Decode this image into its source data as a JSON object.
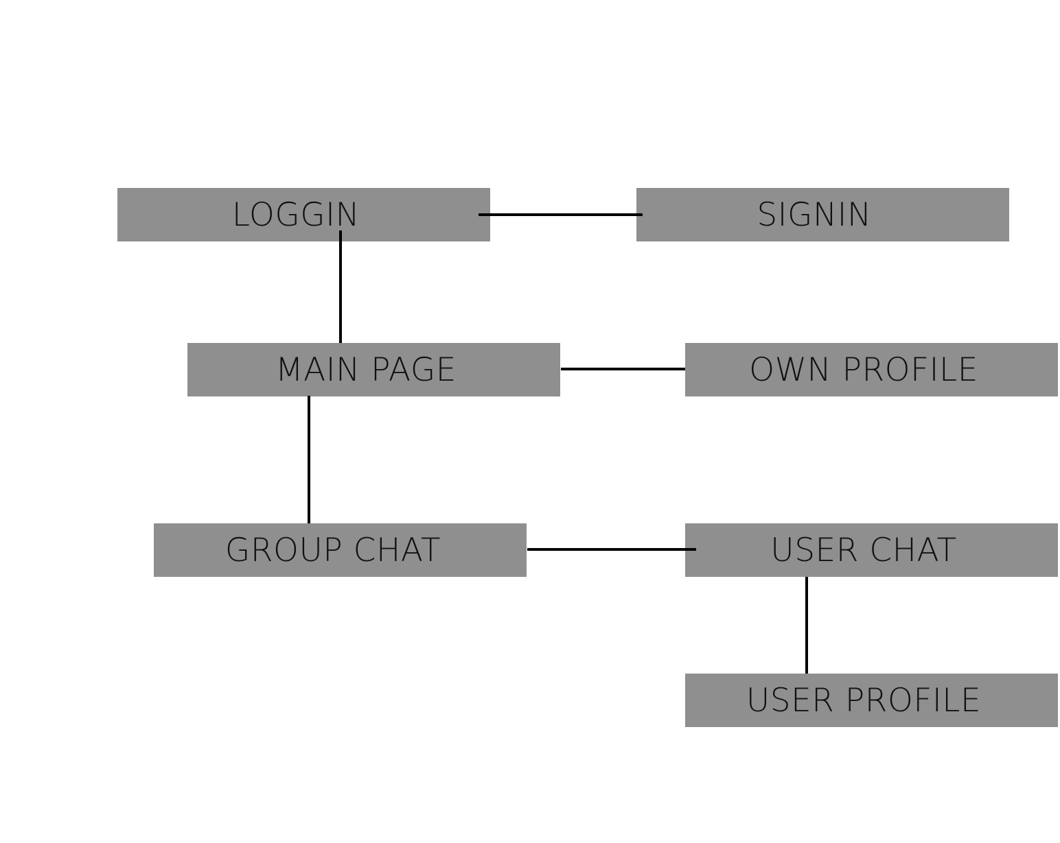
{
  "diagram": {
    "nodes": {
      "loggin": "LOGGIN",
      "signin": "SIGNIN",
      "main_page": "MAIN PAGE",
      "own_profile": "OWN PROFILE",
      "group_chat": "GROUP CHAT",
      "user_chat": "USER CHAT",
      "user_profile": "USER PROFILE"
    },
    "edges": [
      [
        "LOGGIN",
        "SIGNIN"
      ],
      [
        "LOGGIN",
        "MAIN PAGE"
      ],
      [
        "MAIN PAGE",
        "OWN PROFILE"
      ],
      [
        "MAIN PAGE",
        "GROUP CHAT"
      ],
      [
        "GROUP CHAT",
        "USER CHAT"
      ],
      [
        "USER CHAT",
        "USER PROFILE"
      ]
    ],
    "colors": {
      "node_fill": "#8f8f8f",
      "connector": "#000000",
      "text": "#111111",
      "background": "#ffffff"
    }
  }
}
